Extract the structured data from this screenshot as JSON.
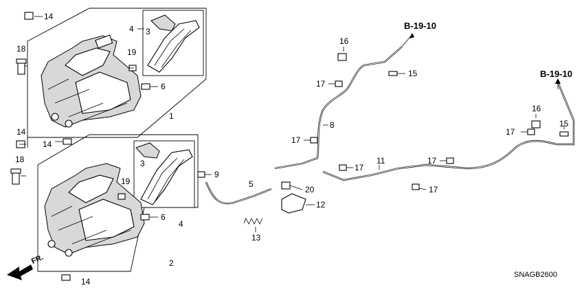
{
  "diagram": {
    "callouts": {
      "c14a": "14",
      "c14b": "14",
      "c14c": "14",
      "c14d": "14",
      "c18a": "18",
      "c18b": "18",
      "c4a": "4",
      "c4b": "4",
      "c3a": "3",
      "c3b": "3",
      "c19a": "19",
      "c19b": "19",
      "c6a": "6",
      "c6b": "6",
      "c1": "1",
      "c2": "2",
      "c9": "9",
      "c5": "5",
      "c20": "20",
      "c12": "12",
      "c13": "13",
      "c8": "8",
      "c16a": "16",
      "c16b": "16",
      "c17a": "17",
      "c17b": "17",
      "c17c": "17",
      "c17d": "17",
      "c17e": "17",
      "c17f": "17",
      "c15a": "15",
      "c15b": "15",
      "c11": "11"
    },
    "references": {
      "ref_top": "B-19-10",
      "ref_right": "B-19-10"
    },
    "direction_label": "FR.",
    "diagram_code": "SNAGB2600"
  }
}
